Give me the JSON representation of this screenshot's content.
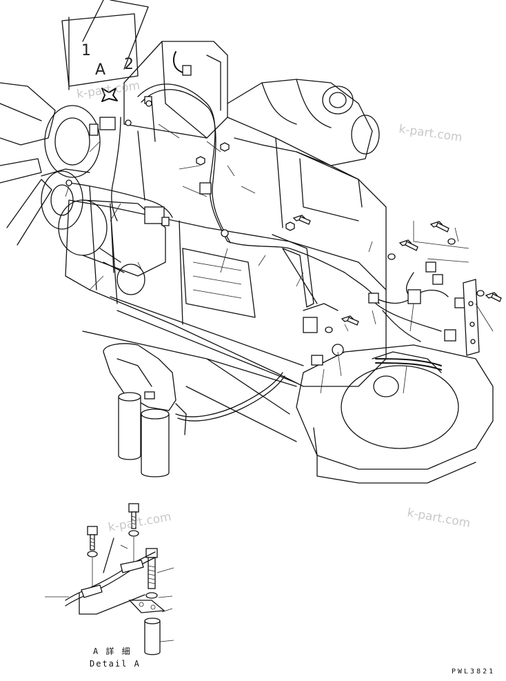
{
  "drawing": {
    "callout_letter": "A",
    "callout_numbers": [
      "1",
      "2"
    ],
    "detail_title_jp": "A 詳 細",
    "detail_title_en": "Detail A",
    "drawing_code": "PWL3821"
  },
  "watermarks": [
    "k-part.com",
    "k-part.com",
    "k-part.com",
    "k-part.com"
  ]
}
